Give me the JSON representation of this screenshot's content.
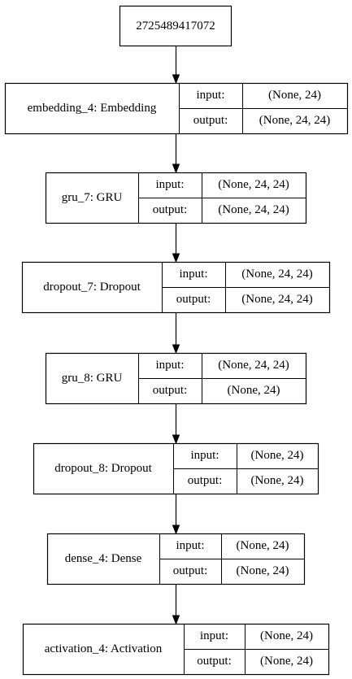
{
  "input_node": {
    "label": "2725489417072"
  },
  "io_labels": {
    "input": "input:",
    "output": "output:"
  },
  "layers": [
    {
      "name": "embedding_4: Embedding",
      "input_shape": "(None, 24)",
      "output_shape": "(None, 24, 24)"
    },
    {
      "name": "gru_7: GRU",
      "input_shape": "(None, 24, 24)",
      "output_shape": "(None, 24, 24)"
    },
    {
      "name": "dropout_7: Dropout",
      "input_shape": "(None, 24, 24)",
      "output_shape": "(None, 24, 24)"
    },
    {
      "name": "gru_8: GRU",
      "input_shape": "(None, 24, 24)",
      "output_shape": "(None, 24)"
    },
    {
      "name": "dropout_8: Dropout",
      "input_shape": "(None, 24)",
      "output_shape": "(None, 24)"
    },
    {
      "name": "dense_4: Dense",
      "input_shape": "(None, 24)",
      "output_shape": "(None, 24)"
    },
    {
      "name": "activation_4: Activation",
      "input_shape": "(None, 24)",
      "output_shape": "(None, 24)"
    }
  ]
}
